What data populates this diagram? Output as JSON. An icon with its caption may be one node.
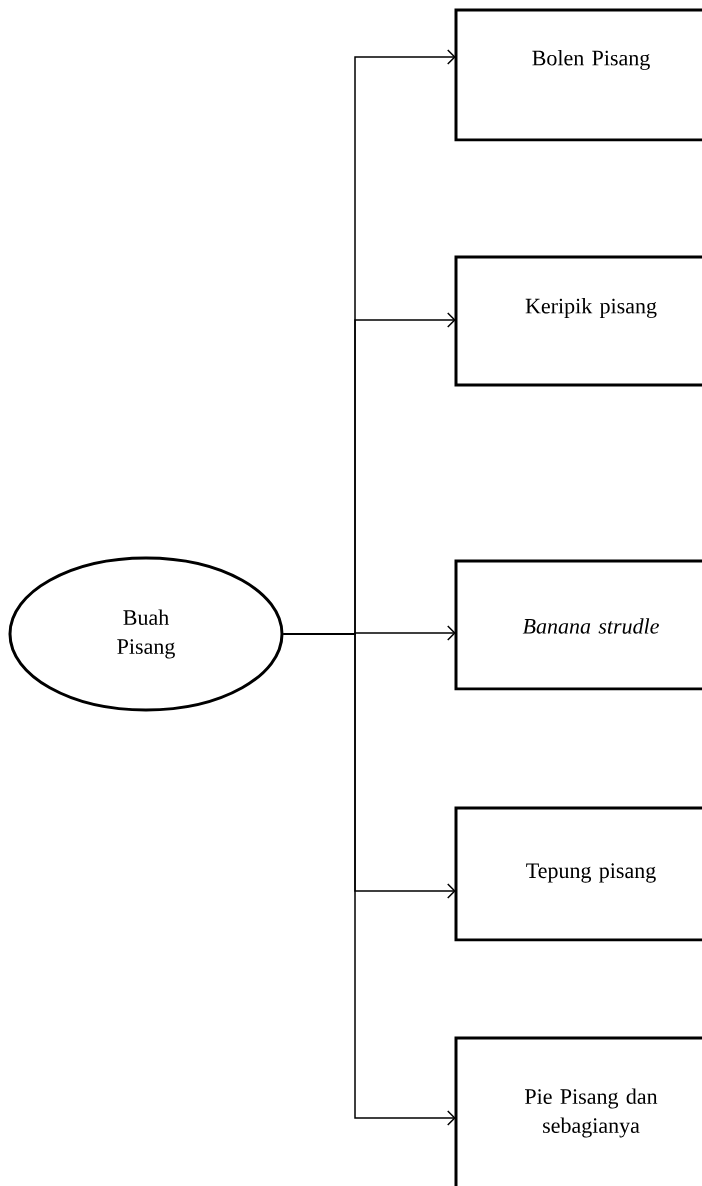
{
  "diagram": {
    "nodes": [
      {
        "text": [
          "Buah Pisang"
        ]
      },
      {
        "text": [
          "Bolen Pisang"
        ]
      },
      {
        "text": [
          "Keripik pisang"
        ]
      },
      {
        "text": [
          "Banana  strudle"
        ]
      },
      {
        "text": [
          "Tepung  pisang"
        ]
      },
      {
        "text": [
          "Pie Pisang dan sebagianya"
        ]
      }
    ],
    "edges": [
      {
        "from": 0,
        "to": 1,
        "arrow": "to"
      },
      {
        "from": 0,
        "to": 2,
        "arrow": "to"
      },
      {
        "from": 0,
        "to": 3,
        "arrow": "to"
      },
      {
        "from": 0,
        "to": 4,
        "arrow": "to"
      },
      {
        "from": 0,
        "to": 5,
        "arrow": "to"
      }
    ]
  }
}
